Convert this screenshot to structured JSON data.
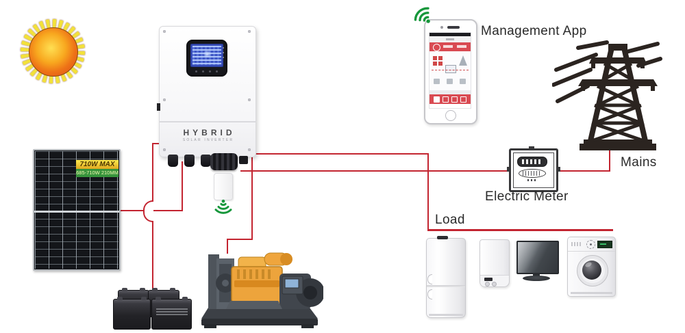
{
  "labels": {
    "management_app": "Management App",
    "mains": "Mains",
    "electric_meter": "Electric Meter",
    "load": "Load"
  },
  "inverter": {
    "title": "HYBRID",
    "subtitle": "SOLAR INVERTER"
  },
  "solar_panel": {
    "badge_power": "710W MAX",
    "badge_spec": "685-710W 210MM"
  },
  "colors": {
    "wire_red": "#c32430",
    "wifi_green": "#16973b",
    "app_red": "#d94a52",
    "generator_yellow": "#eda43c",
    "silhouette_black": "#2b2420",
    "lcd_blue": "#3d55c4"
  }
}
